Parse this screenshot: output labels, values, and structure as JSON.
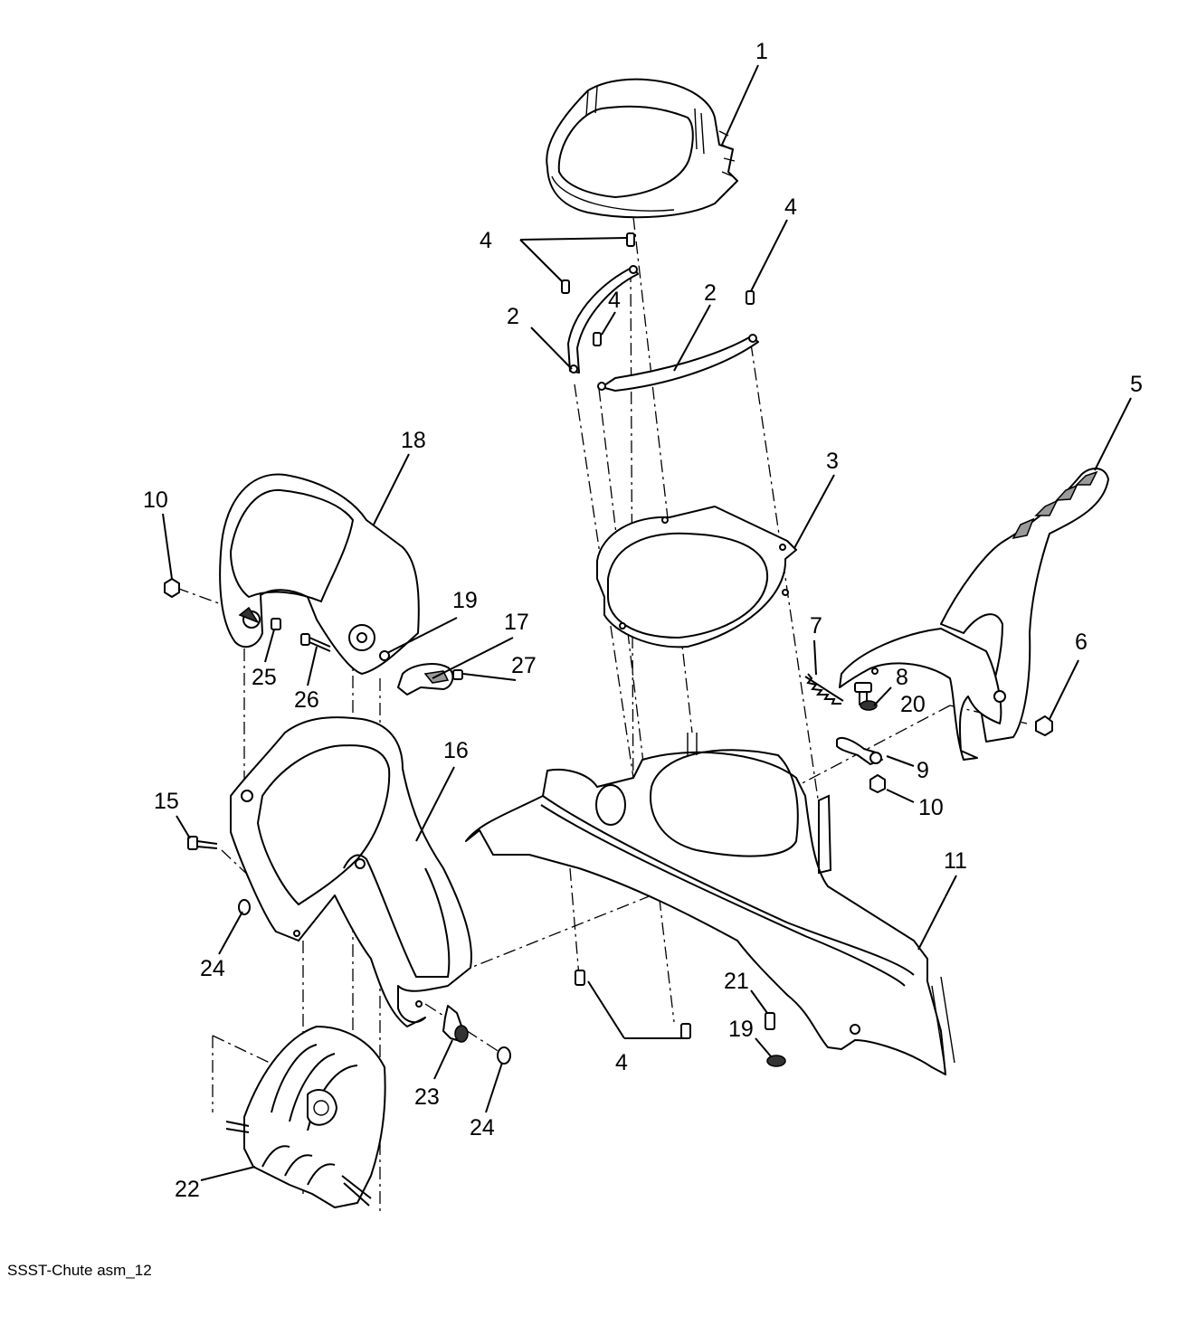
{
  "caption": "SSST-Chute asm_12",
  "callouts": {
    "c1": "1",
    "c2a": "2",
    "c2b": "2",
    "c3": "3",
    "c4a": "4",
    "c4b": "4",
    "c4c": "4",
    "c4d": "4",
    "c5": "5",
    "c6": "6",
    "c7": "7",
    "c8": "8",
    "c9": "9",
    "c10a": "10",
    "c10b": "10",
    "c11": "11",
    "c15": "15",
    "c16": "16",
    "c17": "17",
    "c18": "18",
    "c19a": "19",
    "c19b": "19",
    "c20": "20",
    "c21": "21",
    "c22": "22",
    "c23": "23",
    "c24a": "24",
    "c24b": "24",
    "c25": "25",
    "c26": "26",
    "c27": "27"
  }
}
